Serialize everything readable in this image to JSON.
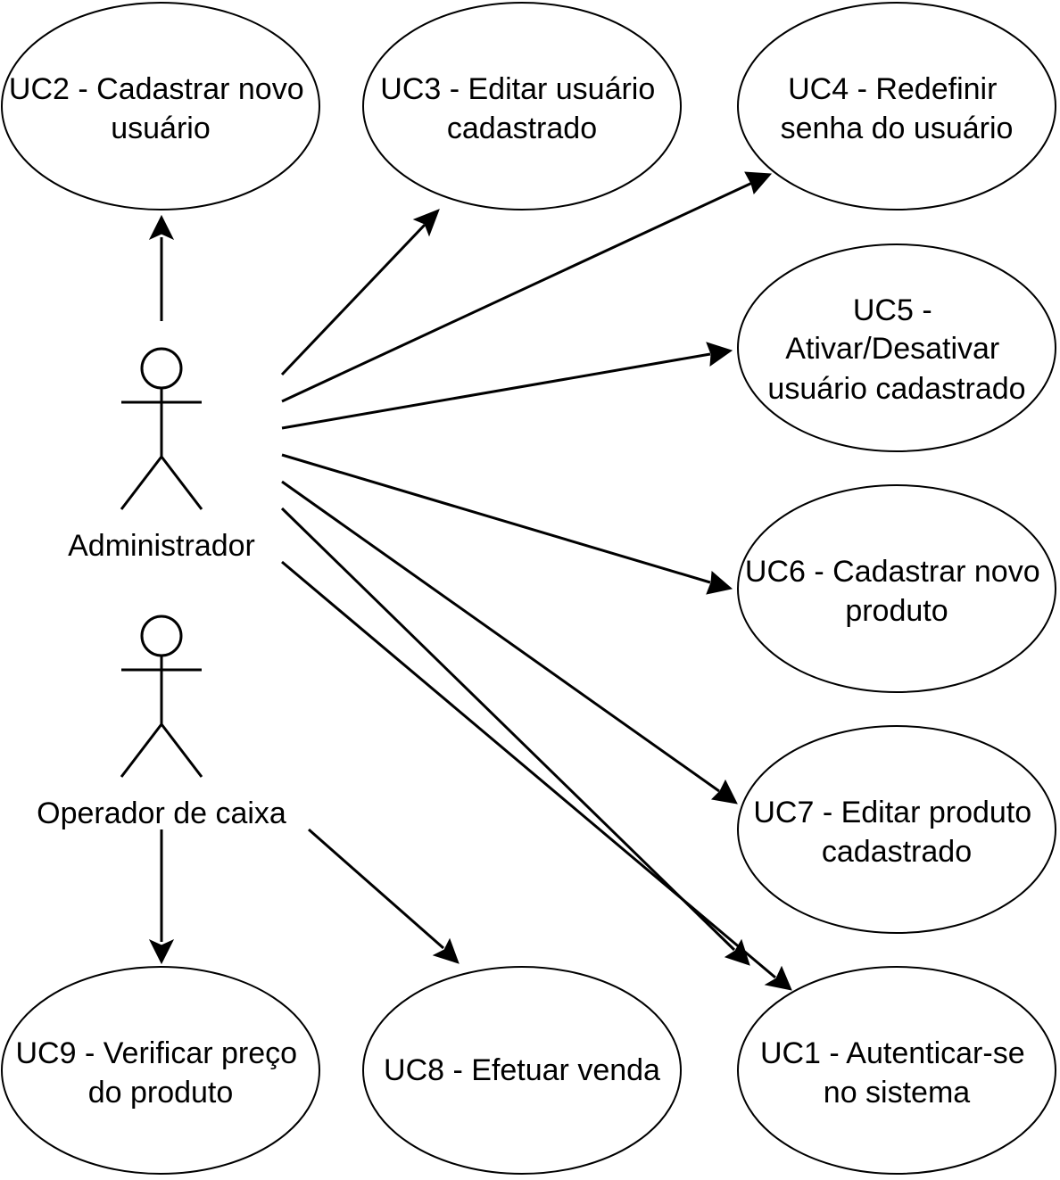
{
  "actors": [
    {
      "id": "administrador",
      "label": "Administrador"
    },
    {
      "id": "operador",
      "label": "Operador de caixa"
    }
  ],
  "use_cases": [
    {
      "id": "uc2",
      "lines": [
        "UC2 - Cadastrar novo",
        "usuário"
      ]
    },
    {
      "id": "uc3",
      "lines": [
        "UC3 - Editar usuário",
        "cadastrado"
      ]
    },
    {
      "id": "uc4",
      "lines": [
        "UC4 - Redefinir",
        "senha do usuário"
      ]
    },
    {
      "id": "uc5",
      "lines": [
        "UC5 -",
        "Ativar/Desativar",
        "usuário cadastrado"
      ]
    },
    {
      "id": "uc6",
      "lines": [
        "UC6 - Cadastrar novo",
        "produto"
      ]
    },
    {
      "id": "uc7",
      "lines": [
        "UC7 - Editar produto",
        "cadastrado"
      ]
    },
    {
      "id": "uc9",
      "lines": [
        "UC9 - Verificar preço",
        "do produto"
      ]
    },
    {
      "id": "uc8",
      "lines": [
        "UC8 - Efetuar venda"
      ]
    },
    {
      "id": "uc1",
      "lines": [
        "UC1 - Autenticar-se",
        "no sistema"
      ]
    }
  ],
  "associations": [
    {
      "from": "administrador",
      "to": "uc2"
    },
    {
      "from": "administrador",
      "to": "uc3"
    },
    {
      "from": "administrador",
      "to": "uc4"
    },
    {
      "from": "administrador",
      "to": "uc5"
    },
    {
      "from": "administrador",
      "to": "uc6"
    },
    {
      "from": "administrador",
      "to": "uc7"
    },
    {
      "from": "administrador",
      "to": "uc1"
    },
    {
      "from": "operador",
      "to": "uc1"
    },
    {
      "from": "operador",
      "to": "uc9"
    },
    {
      "from": "operador",
      "to": "uc8"
    }
  ]
}
